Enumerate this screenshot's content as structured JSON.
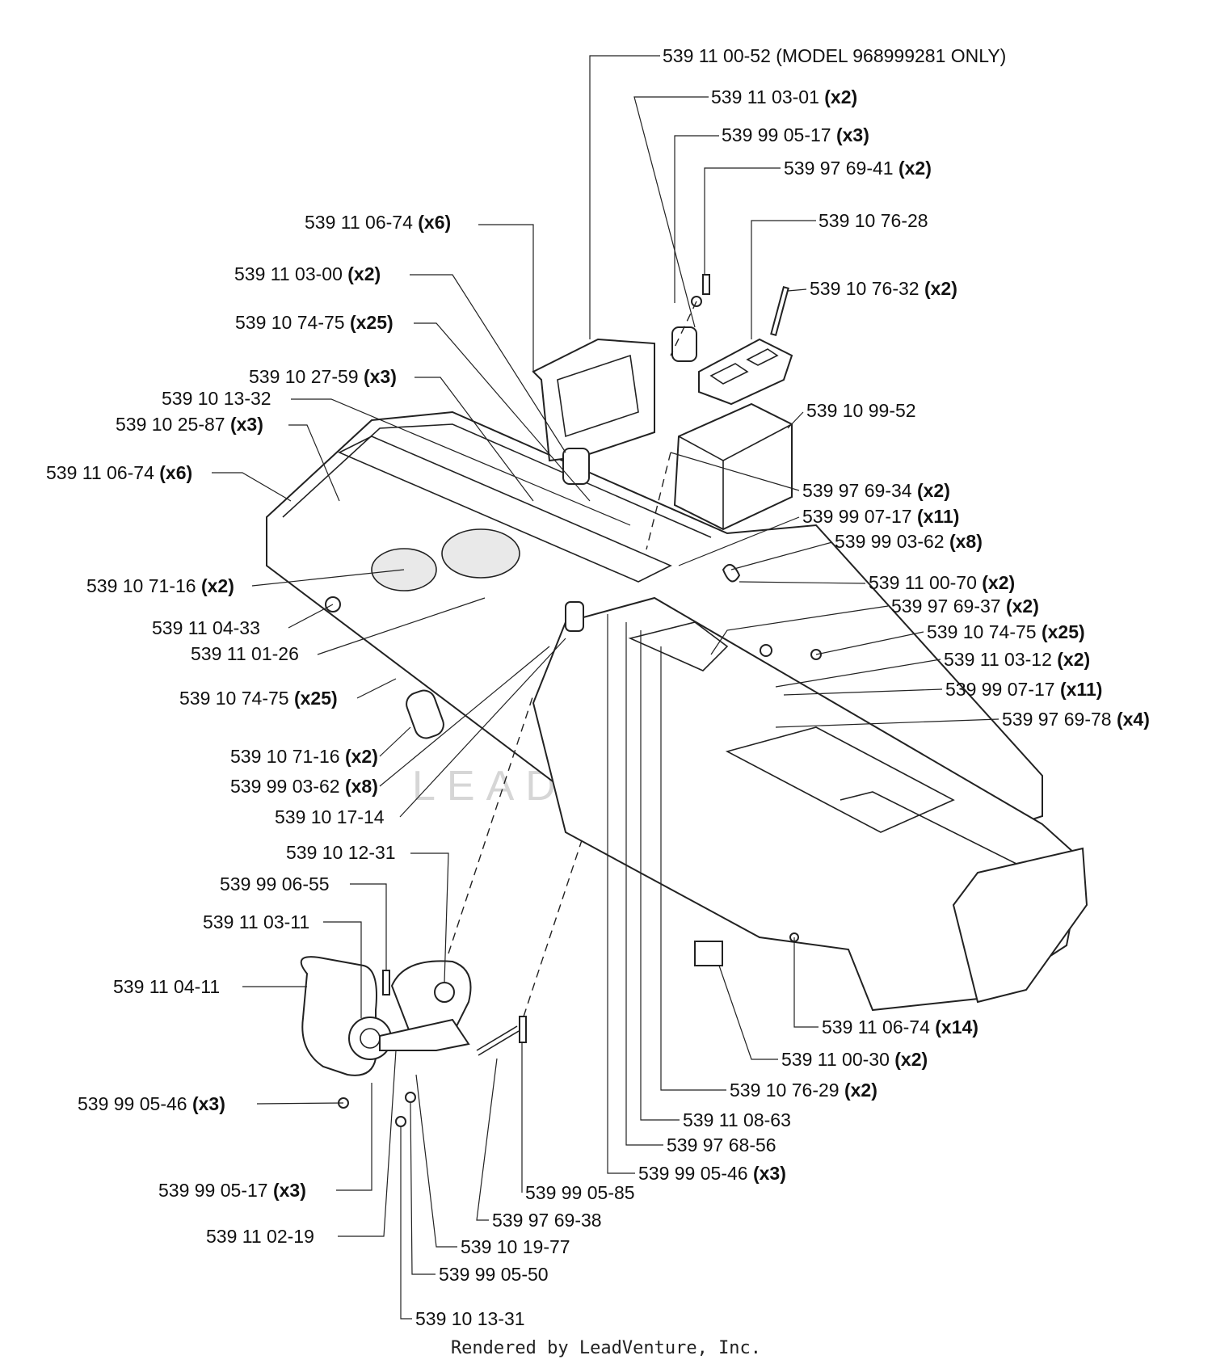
{
  "callouts": [
    {
      "part": "539 11 00-52 (MODEL 968999281 ONLY)",
      "qty": ""
    },
    {
      "part": "539 11 03-01",
      "qty": "(x2)"
    },
    {
      "part": "539 99 05-17",
      "qty": "(x3)"
    },
    {
      "part": "539 97 69-41",
      "qty": "(x2)"
    },
    {
      "part": "539 11 06-74",
      "qty": "(x6)"
    },
    {
      "part": "539 10 76-28",
      "qty": ""
    },
    {
      "part": "539 11 03-00",
      "qty": "(x2)"
    },
    {
      "part": "539 10 76-32",
      "qty": "(x2)"
    },
    {
      "part": "539 10 74-75",
      "qty": "(x25)"
    },
    {
      "part": "539 10 27-59",
      "qty": "(x3)"
    },
    {
      "part": "539 10 13-32",
      "qty": ""
    },
    {
      "part": "539 10 99-52",
      "qty": ""
    },
    {
      "part": "539 10 25-87",
      "qty": "(x3)"
    },
    {
      "part": "539 11 06-74",
      "qty": "(x6)"
    },
    {
      "part": "539 97 69-34",
      "qty": "(x2)"
    },
    {
      "part": "539 99 07-17",
      "qty": "(x11)"
    },
    {
      "part": "539 99 03-62",
      "qty": "(x8)"
    },
    {
      "part": "539 10 71-16",
      "qty": "(x2)"
    },
    {
      "part": "539 11 00-70",
      "qty": "(x2)"
    },
    {
      "part": "539 97 69-37",
      "qty": "(x2)"
    },
    {
      "part": "539 11 04-33",
      "qty": ""
    },
    {
      "part": "539 10 74-75",
      "qty": "(x25)"
    },
    {
      "part": "539 11 01-26",
      "qty": ""
    },
    {
      "part": "539 11 03-12",
      "qty": "(x2)"
    },
    {
      "part": "539 10 74-75",
      "qty": "(x25)"
    },
    {
      "part": "539 99 07-17",
      "qty": "(x11)"
    },
    {
      "part": "539 97 69-78",
      "qty": "(x4)"
    },
    {
      "part": "539 10 71-16",
      "qty": "(x2)"
    },
    {
      "part": "539 99 03-62",
      "qty": "(x8)"
    },
    {
      "part": "539 10 17-14",
      "qty": ""
    },
    {
      "part": "539 10 12-31",
      "qty": ""
    },
    {
      "part": "539 99 06-55",
      "qty": ""
    },
    {
      "part": "539 11 03-11",
      "qty": ""
    },
    {
      "part": "539 11 04-11",
      "qty": ""
    },
    {
      "part": "539 11 06-74",
      "qty": "(x14)"
    },
    {
      "part": "539 11 00-30",
      "qty": "(x2)"
    },
    {
      "part": "539 99 05-46",
      "qty": "(x3)"
    },
    {
      "part": "539 10 76-29",
      "qty": "(x2)"
    },
    {
      "part": "539 11 08-63",
      "qty": ""
    },
    {
      "part": "539 97 68-56",
      "qty": ""
    },
    {
      "part": "539 99 05-46",
      "qty": "(x3)"
    },
    {
      "part": "539 99 05-17",
      "qty": "(x3)"
    },
    {
      "part": "539 99 05-85",
      "qty": ""
    },
    {
      "part": "539 97 69-38",
      "qty": ""
    },
    {
      "part": "539 11 02-19",
      "qty": ""
    },
    {
      "part": "539 10 19-77",
      "qty": ""
    },
    {
      "part": "539 99 05-50",
      "qty": ""
    },
    {
      "part": "539 10 13-31",
      "qty": ""
    }
  ],
  "watermark": "LEADVENTURE",
  "footer": "Rendered by LeadVenture, Inc."
}
